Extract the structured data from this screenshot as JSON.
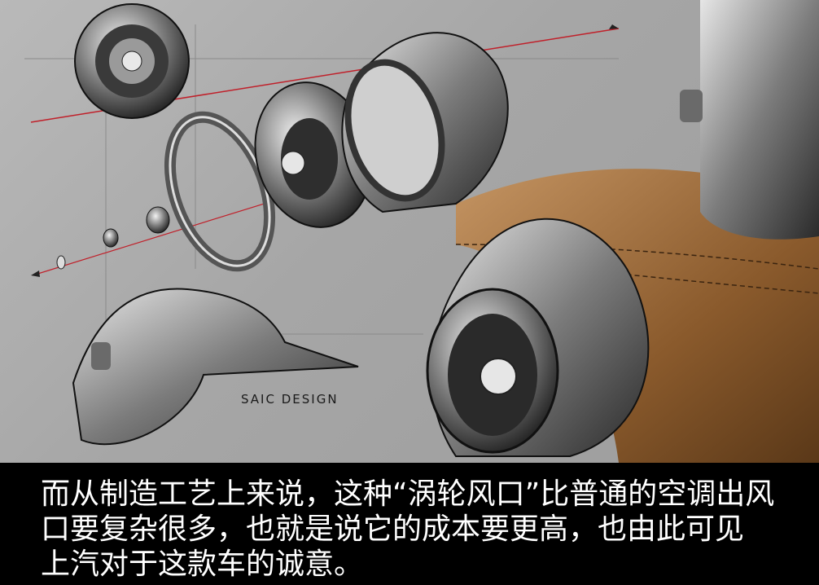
{
  "image": {
    "brand_watermark": "SAIC DESIGN",
    "caption_lines": [
      "而从制造工艺上来说，这种“涡轮风口”比普通的空调出风",
      "口要复杂很多，也就是说它的成本要更高，也由此可见",
      "上汽对于这款车的诚意。"
    ]
  },
  "colors": {
    "background": "#a6a6a6",
    "caption_band": "#000000",
    "caption_text": "#ffffff",
    "leather_accent": "#8a5a2c",
    "axis_line": "#c0202a"
  }
}
